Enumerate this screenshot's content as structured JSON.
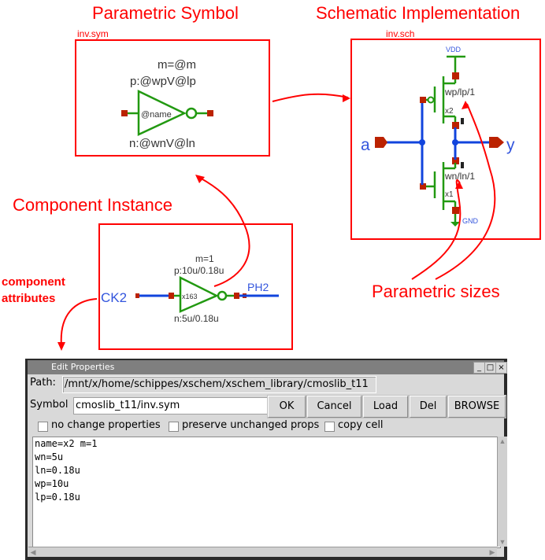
{
  "labels": {
    "parametric_symbol": "Parametric Symbol",
    "schematic_implementation": "Schematic Implementation",
    "component_instance": "Component Instance",
    "component_attributes_line1": "component",
    "component_attributes_line2": "attributes",
    "parametric_sizes": "Parametric sizes"
  },
  "symbol_box": {
    "filename": "inv.sym",
    "attr_m": "m=@m",
    "attr_p": "p:@wpV@lp",
    "attr_n": "n:@wnV@ln",
    "inst_name": "@name"
  },
  "schematic_box": {
    "filename": "inv.sch",
    "vdd": "VDD",
    "gnd": "GND",
    "in_pin": "a",
    "out_pin": "y",
    "pmos_size": "wp/lp/1",
    "pmos_name": "x2",
    "nmos_size": "wn/ln/1",
    "nmos_name": "x1"
  },
  "instance_box": {
    "attr_m": "m=1",
    "attr_p": "p:10u/0.18u",
    "attr_n": "n:5u/0.18u",
    "inst_name": "x163",
    "in_net": "CK2",
    "out_net": "PH2"
  },
  "colors": {
    "annotation_red": "#ff0000",
    "wire_blue": "#1144dd",
    "symbol_green": "#229911",
    "pin_darkred": "#bb2200"
  },
  "dialog": {
    "title": "Edit Properties",
    "window_buttons": [
      "_",
      "□",
      "×"
    ],
    "path_label": "Path:",
    "path_value": "/mnt/x/home/schippes/xschem/xschem_library/cmoslib_t11",
    "symbol_label": "Symbol",
    "symbol_value": "cmoslib_t11/inv.sym",
    "buttons": {
      "ok": "OK",
      "cancel": "Cancel",
      "load": "Load",
      "del": "Del",
      "browse": "BROWSE"
    },
    "checkboxes": [
      {
        "label": "no change properties",
        "checked": false
      },
      {
        "label": "preserve unchanged props",
        "checked": false
      },
      {
        "label": "copy cell",
        "checked": false
      }
    ],
    "properties_lines": [
      "name=x2 m=1",
      "wn=5u",
      "ln=0.18u",
      "wp=10u",
      "lp=0.18u"
    ]
  }
}
